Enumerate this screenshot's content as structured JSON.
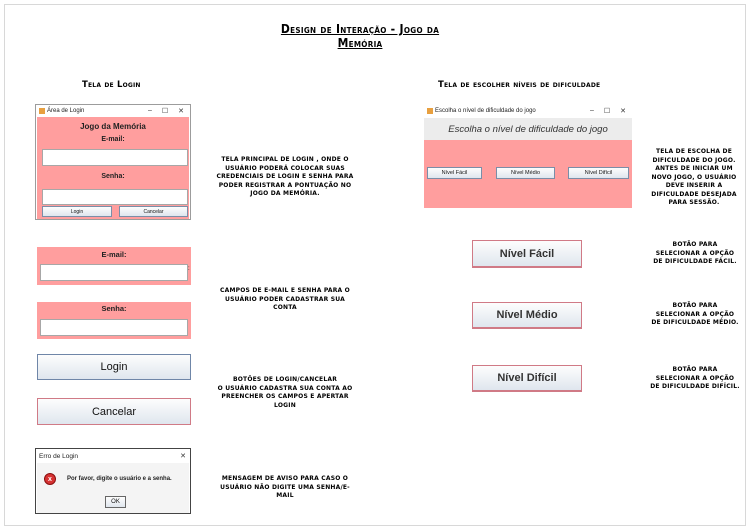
{
  "page": {
    "title_line1": "Design de Interação - Jogo da",
    "title_line2": "Memória"
  },
  "left": {
    "heading": "Tela de Login",
    "login_window": {
      "title": "Área de Login",
      "min": "–",
      "max": "☐",
      "close": "✕",
      "app_title": "Jogo da Memória",
      "email_label": "E-mail:",
      "senha_label": "Senha:",
      "login_btn": "Login",
      "cancel_btn": "Cancelar"
    },
    "login_desc": "Tela principal de login , onde o usuário poderá colocar suas credenciais de login e senha para poder registrar a pontuação no jogo da memória.",
    "email_label": "E-mail:",
    "senha_label": "Senha:",
    "fields_desc": "Campos de e-mail e senha para o usuário poder cadastrar sua conta",
    "login_btn": "Login",
    "cancel_btn": "Cancelar",
    "buttons_desc_1": "Botões de login/cancelar",
    "buttons_desc_2": "O usuário cadastra sua conta ao preencher os campos e apertar login",
    "error_window": {
      "title": "Erro de Login",
      "close": "✕",
      "icon": "x",
      "message": "Por favor, digite o usuário e a senha.",
      "ok": "OK"
    },
    "error_desc": "Mensagem de aviso para caso o usuário não digite uma senha/e-mail"
  },
  "right": {
    "heading": "Tela de escolher níveis de dificuldade",
    "level_window": {
      "title": "Escolha o nível de dificuldade do jogo",
      "min": "–",
      "max": "☐",
      "close": "✕",
      "header": "Escolha o nível de dificuldade do jogo",
      "easy": "Nível Fácil",
      "medium": "Nível Médio",
      "hard": "Nível Difícil"
    },
    "level_desc": "Tela de escolha de dificuldade do jogo. Antes de iniciar um novo jogo, o usuário deve inserir a dificuldade desejada para sessão.",
    "easy_btn": "Nível Fácil",
    "easy_desc": "Botão para selecionar a opção de dificuldade fácil.",
    "medium_btn": "Nível Médio",
    "medium_desc": "Botão para selecionar a opção de dificuldade Médio.",
    "hard_btn": "Nível Difícil",
    "hard_desc": "Botão para selecionar a opção de dificuldade Difícil."
  }
}
